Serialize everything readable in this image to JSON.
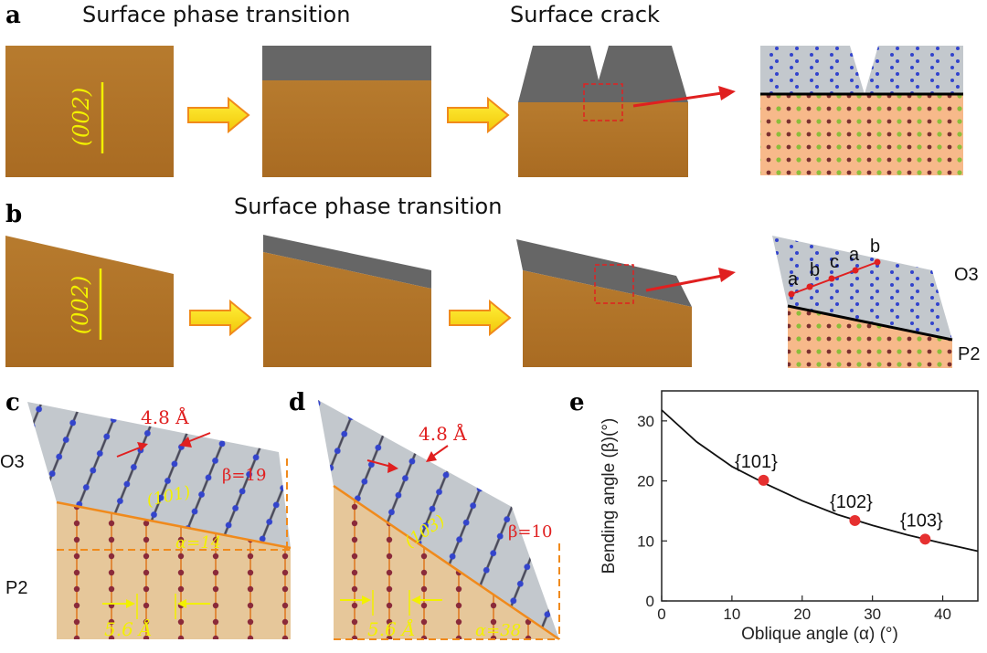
{
  "panel_labels": {
    "a": "a",
    "b": "b",
    "c": "c",
    "d": "d",
    "e": "e"
  },
  "panel_a": {
    "caption_left": "Surface phase transition",
    "caption_right": "Surface crack",
    "plane_label": "(002)"
  },
  "panel_b": {
    "caption": "Surface phase transition",
    "plane_label": "(002)",
    "site_labels": [
      "a",
      "b",
      "c",
      "a",
      "b"
    ],
    "phase_top": "O3",
    "phase_bottom": "P2"
  },
  "panel_c": {
    "phase_top": "O3",
    "phase_bottom": "P2",
    "spacing_top": "4.8 Å",
    "spacing_bottom": "5.6 Å",
    "beta": "β=19",
    "alpha": "α=14",
    "plane": "(101)"
  },
  "panel_d": {
    "spacing_top": "4.8 Å",
    "spacing_bottom": "5.6 Å",
    "beta": "β=10",
    "alpha": "α=38",
    "plane": "(103)"
  },
  "colors": {
    "brown": "#b97a2c",
    "gray": "#666666",
    "light_gray": "#c3c8cd",
    "arrow_yellow": "#f5e40a",
    "arrow_orange": "#f08a1c",
    "red": "#e02020",
    "peach": "#f7b98a",
    "tan": "#e6c79a"
  },
  "chart_data": {
    "type": "line",
    "xlabel": "Oblique angle (α) (°)",
    "ylabel": "Bending angle (β)(°)",
    "xlim": [
      0,
      45
    ],
    "ylim": [
      0,
      35
    ],
    "x_ticks": [
      "0",
      "10",
      "20",
      "30",
      "40"
    ],
    "y_ticks": [
      "0",
      "10",
      "20",
      "30"
    ],
    "curve": {
      "x": [
        0,
        5,
        10,
        15,
        20,
        25,
        30,
        35,
        40,
        45
      ],
      "y": [
        31.8,
        26.5,
        22.4,
        19.4,
        16.7,
        14.4,
        12.6,
        11.0,
        9.6,
        8.3
      ]
    },
    "points": [
      {
        "label": "{101}",
        "x": 14.5,
        "y": 20.1
      },
      {
        "label": "{102}",
        "x": 27.5,
        "y": 13.4
      },
      {
        "label": "{103}",
        "x": 37.5,
        "y": 10.3
      }
    ]
  }
}
